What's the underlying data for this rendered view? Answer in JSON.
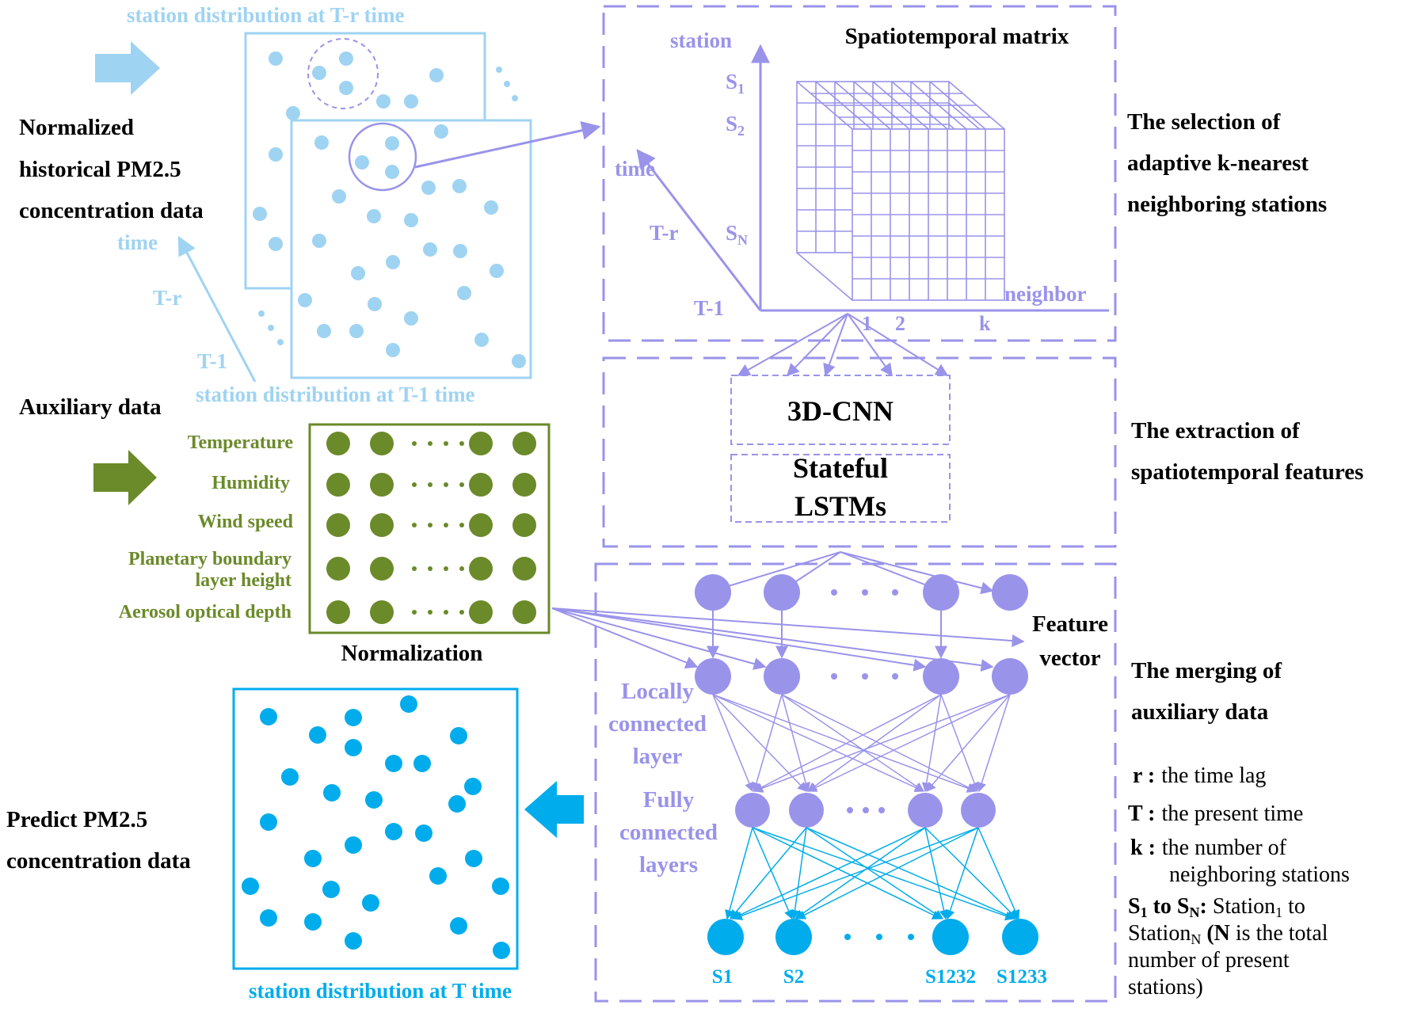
{
  "colors": {
    "history_blue": "#9fd3f2",
    "purple": "#9a93ea",
    "purple_dark": "#8a83e0",
    "olive": "#6b8a2a",
    "cyan": "#00acec",
    "black": "#000000"
  },
  "input": {
    "title_line1": "Normalized",
    "title_line2": "historical PM2.5",
    "title_line3": "concentration data",
    "top_frame_caption": "station distribution at T-r time",
    "bottom_frame_caption": "station distribution at T-1 time",
    "time_axis_label": "time",
    "time_label_tr": "T-r",
    "time_label_t1": "T-1"
  },
  "auxiliary": {
    "title": "Auxiliary data",
    "variables": [
      {
        "line1": "Temperature",
        "line2": ""
      },
      {
        "line1": "Humidity",
        "line2": ""
      },
      {
        "line1": "Wind speed",
        "line2": ""
      },
      {
        "line1": "Planetary boundary",
        "line2": "layer height"
      },
      {
        "line1": "Aerosol optical depth",
        "line2": ""
      }
    ],
    "matrix_caption": "Normalization"
  },
  "selection": {
    "title": "Spatiotemporal matrix",
    "axis_station": "station",
    "axis_time": "time",
    "axis_neighbor": "neighbor",
    "station_s1": {
      "base": "S",
      "sub": "1"
    },
    "station_s2": {
      "base": "S",
      "sub": "2"
    },
    "station_sn": {
      "base": "S",
      "sub": "N"
    },
    "time_tr": "T-r",
    "time_t1": "T-1",
    "neighbor_1": "1",
    "neighbor_2": "2",
    "neighbor_k": "k",
    "side_line1": "The selection of",
    "side_line2": "adaptive k-nearest",
    "side_line3": "neighboring stations"
  },
  "extraction": {
    "cnn_label": "3D-CNN",
    "lstm_line1": "Stateful",
    "lstm_line2": "LSTMs",
    "side_line1": "The extraction of",
    "side_line2": "spatiotemporal features"
  },
  "merging": {
    "feature_line1": "Feature",
    "feature_line2": "vector",
    "local_line1": "Locally",
    "local_line2": "connected",
    "local_line3": "layer",
    "fc_line1": "Fully",
    "fc_line2": "connected",
    "fc_line3": "layers",
    "outputs": [
      "S1",
      "S2",
      "S1232",
      "S1233"
    ],
    "side_line1": "The merging of",
    "side_line2": "auxiliary data"
  },
  "prediction": {
    "title_line1": "Predict PM2.5",
    "title_line2": "concentration data",
    "frame_caption": "station distribution at T time"
  },
  "legend": {
    "r_key": "r :",
    "r_text": "the time lag",
    "t_key": "T :",
    "t_text": "the present time",
    "k_key": "k :",
    "k_text_line1": "the number of",
    "k_text_line2": "neighboring stations",
    "s_part1": "S",
    "s_sub1": "1",
    "s_part2": " to S",
    "s_subN": "N",
    "s_colon": ":",
    "s_text1": " Station",
    "s_text_sub1": "1",
    "s_text2": " to",
    "line2_text": "Station",
    "line2_sub": "N",
    "line2_bold": " (N",
    "line2_rest": " is the total",
    "line3": "number of present",
    "line4": "stations)"
  }
}
